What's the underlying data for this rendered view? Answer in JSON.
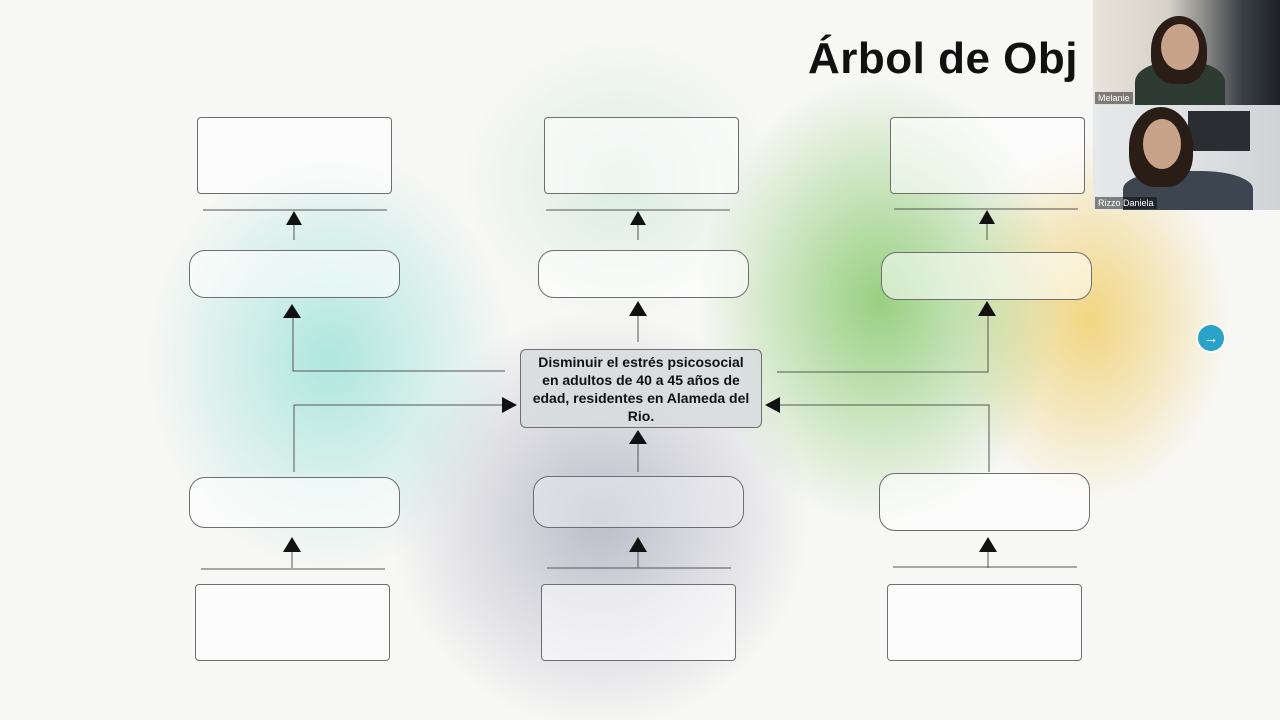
{
  "slide": {
    "title": "Árbol de Obj",
    "center_text": "Disminuir el estrés psicosocial en adultos de 40 a 45 años de edad, residentes en Alameda del Rio."
  },
  "participants": [
    {
      "name": "Melanie",
      "icon": "video-tile"
    },
    {
      "name": "Rizzo Daniela",
      "icon": "video-tile"
    }
  ],
  "nav": {
    "icon": "arrow-right-icon",
    "glyph": "→",
    "color": "#2ba3c9"
  },
  "colors": {
    "box_border": "#6e6e70",
    "connector": "#555555",
    "arrow": "#111111"
  }
}
